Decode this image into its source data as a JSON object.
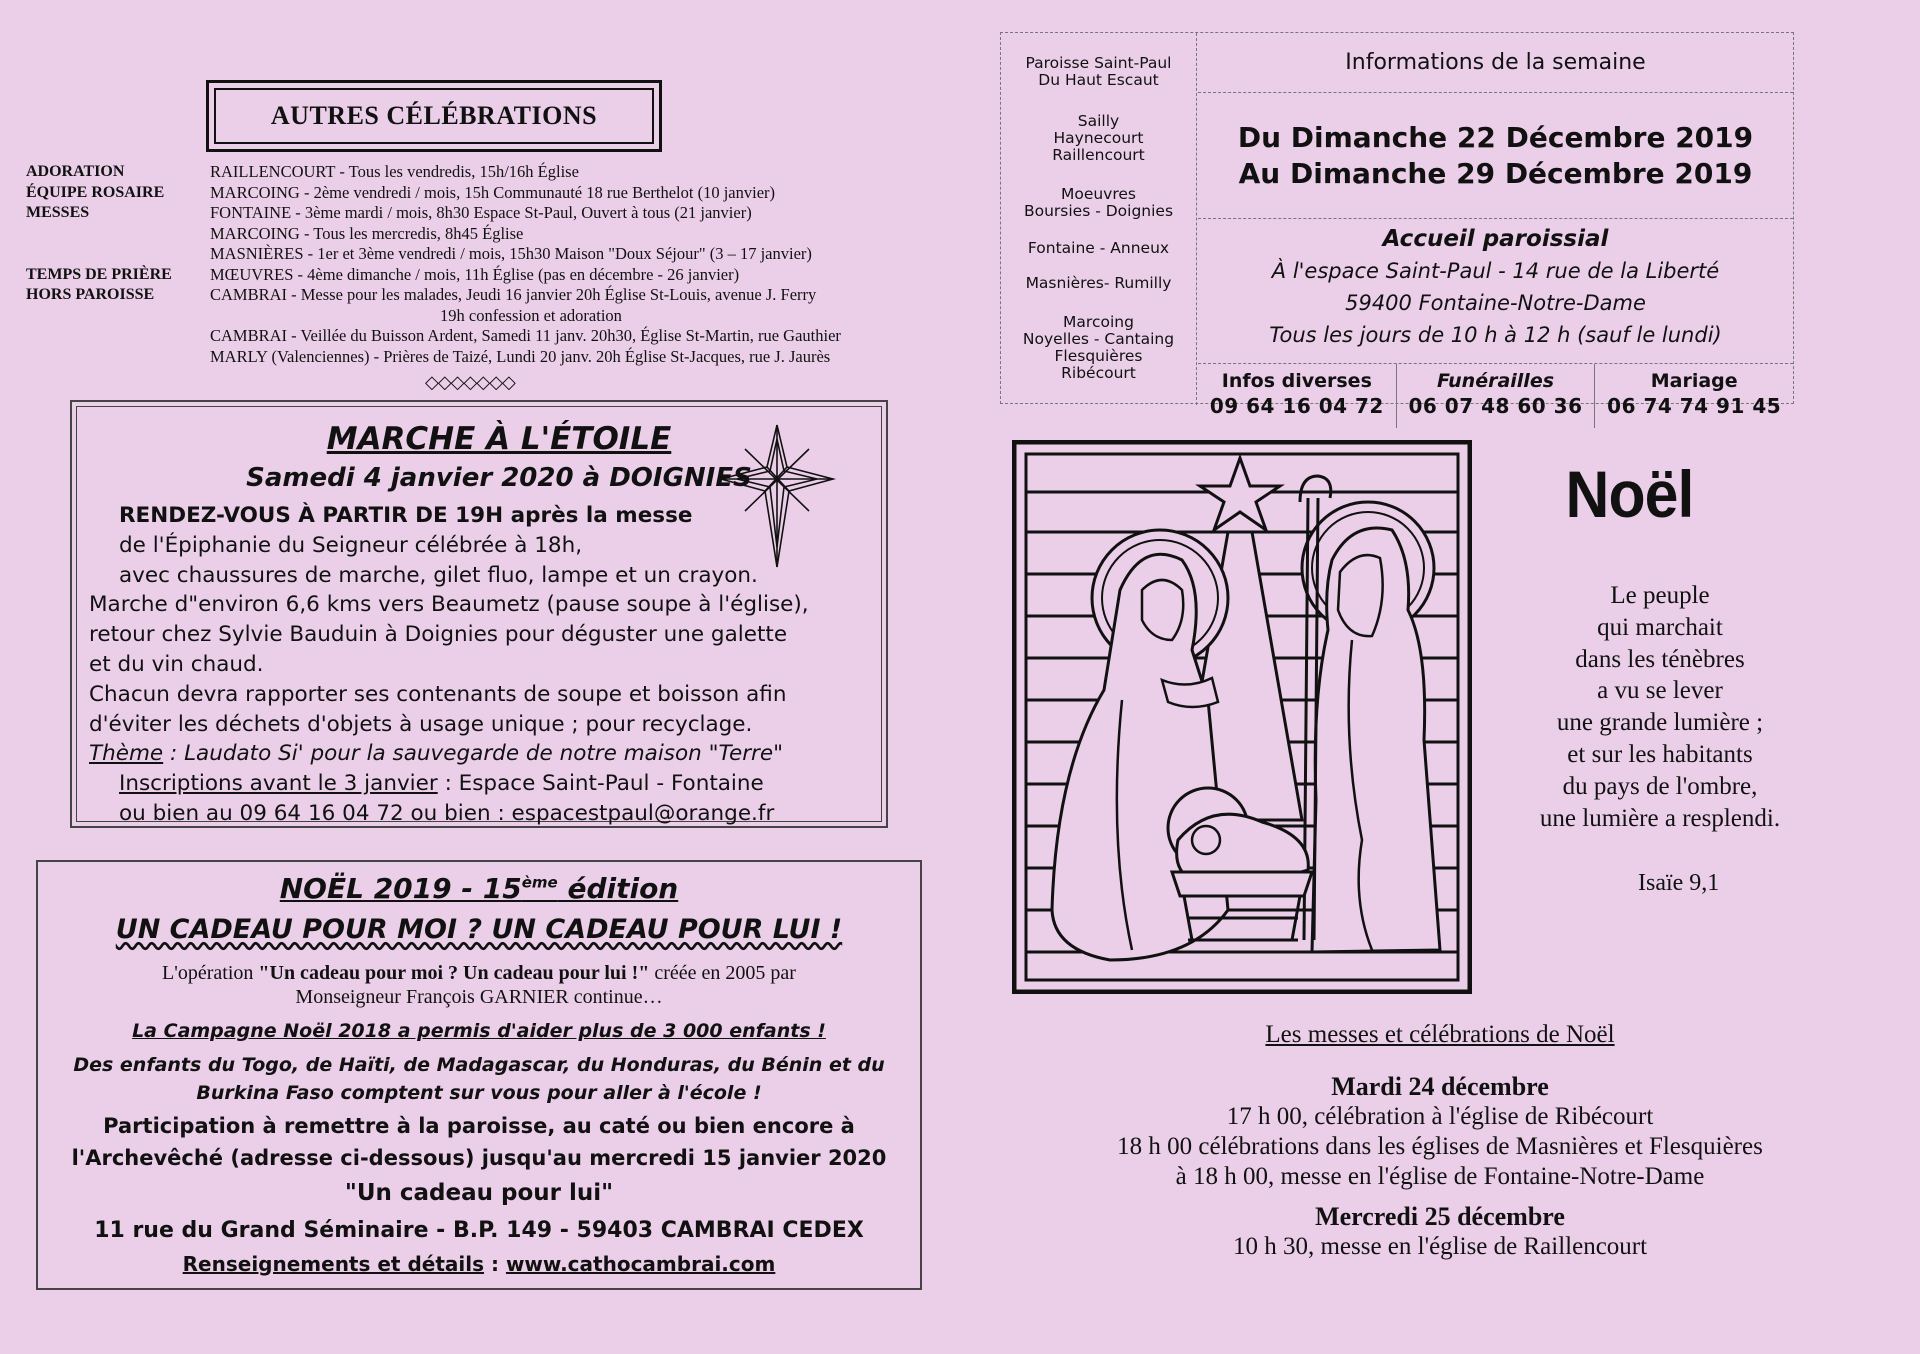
{
  "autres": {
    "title": "AUTRES CÉLÉBRATIONS",
    "rows": [
      {
        "label": "ADORATION",
        "text": "RAILLENCOURT - Tous les vendredis, 15h/16h Église"
      },
      {
        "label": "ÉQUIPE ROSAIRE",
        "text": "MARCOING - 2ème vendredi / mois, 15h Communauté 18 rue Berthelot (10 janvier)"
      },
      {
        "label": "MESSES",
        "text": "FONTAINE - 3ème mardi / mois, 8h30 Espace St-Paul, Ouvert à tous (21 janvier)"
      },
      {
        "label": "",
        "text": "MARCOING - Tous les mercredis, 8h45 Église"
      },
      {
        "label": "",
        "text": "MASNIÈRES - 1er et 3ème vendredi / mois, 15h30 Maison \"Doux Séjour\" (3 – 17 janvier)"
      },
      {
        "label": "TEMPS DE PRIÈRE",
        "text": "MŒUVRES - 4ème dimanche / mois, 11h Église (pas en décembre - 26 janvier)"
      },
      {
        "label": "HORS PAROISSE",
        "text": "CAMBRAI - Messe pour les malades, Jeudi 16 janvier 20h Église St-Louis, avenue J. Ferry"
      }
    ],
    "indent_line": "19h confession et adoration",
    "extra_rows": [
      "CAMBRAI - Veillée du Buisson Ardent, Samedi 11 janv. 20h30, Église St-Martin, rue Gauthier",
      "MARLY (Valenciennes) - Prières de Taizé, Lundi 20 janv. 20h Église St-Jacques, rue J. Jaurès"
    ],
    "separator": "◇◇◇◇◇◇◇"
  },
  "marche": {
    "title": "MARCHE À L'ÉTOILE",
    "date": "Samedi 4 janvier 2020 à DOIGNIES",
    "lines": [
      "RENDEZ-VOUS À PARTIR DE 19H après la messe",
      "de l'Épiphanie du Seigneur célébrée à 18h,",
      "avec chaussures de marche, gilet fluo, lampe et un crayon.",
      "Marche d\"environ 6,6 kms vers Beaumetz (pause soupe à l'église),",
      "retour chez Sylvie Bauduin à Doignies pour déguster une galette",
      "et du vin chaud.",
      "Chacun devra rapporter ses contenants de soupe et boisson afin",
      "d'éviter les déchets d'objets à usage unique ; pour recyclage."
    ],
    "theme_label": "Thème",
    "theme_text": " : Laudato Si' pour la sauvegarde de notre maison \"Terre\"",
    "inscr_label": "Inscriptions avant le 3 janvier",
    "inscr_text": " : Espace Saint-Paul - Fontaine",
    "last_line": "ou bien au 09 64 16 04 72 ou bien : espacestpaul@orange.fr"
  },
  "noel2019": {
    "title_main": "NOËL 2019 - 15",
    "title_sup": "ème",
    "title_end": " édition",
    "subtitle": "UN CADEAU POUR MOI ? UN CADEAU POUR LUI !",
    "op1_pre": "L'opération ",
    "op1_bold": "\"Un cadeau pour moi ? Un cadeau pour lui !\"",
    "op1_post": " créée en 2005 par",
    "op2": "Monseigneur François GARNIER continue…",
    "campagne": "La Campagne Noël 2018 a permis d'aider plus de 3 000 enfants !",
    "kids1": "Des enfants du Togo, de Haïti, de Madagascar, du Honduras, du Bénin et du",
    "kids2": "Burkina Faso comptent sur vous pour aller à l'école !",
    "part1": "Participation à remettre à la paroisse, au caté ou bien encore à",
    "part2": "l'Archevêché (adresse ci-dessous) jusqu'au mercredi 15 janvier 2020",
    "cadeau": "\"Un cadeau pour lui\"",
    "address": "11 rue du Grand Séminaire - B.P. 149  -  59403 CAMBRAI CEDEX",
    "rens_label": "Renseignements et détails",
    "rens_sep": " : ",
    "rens_url": "www.cathocambrai.com"
  },
  "info": {
    "parishes": [
      "Paroisse Saint-Paul\nDu Haut Escaut",
      "Sailly\nHaynecourt\nRaillencourt",
      "Moeuvres\nBoursies - Doignies",
      "Fontaine - Anneux",
      "Masnières- Rumilly",
      "Marcoing\nNoyelles - Cantaing\nFlesquières\nRibécourt"
    ],
    "heading": "Informations de la semaine",
    "date_from": "Du Dimanche 22 Décembre 2019",
    "date_to": "Au Dimanche 29 Décembre 2019",
    "accueil_title": "Accueil paroissial",
    "accueil_lines": [
      "À l'espace Saint-Paul - 14 rue de la Liberté",
      "59400 Fontaine-Notre-Dame",
      "Tous les jours de 10 h à 12 h (sauf le lundi)"
    ],
    "contacts": [
      {
        "label": "Infos diverses",
        "number": "09 64 16 04 72"
      },
      {
        "label": "Funérailles",
        "number": "06 07 48 60 36"
      },
      {
        "label": "Mariage",
        "number": "06 74 74 91 45"
      }
    ]
  },
  "noel": {
    "title": "Noël",
    "quote_lines": [
      "Le peuple",
      "qui marchait",
      "dans les ténèbres",
      "a vu se lever",
      "une grande lumière ;",
      "et sur les habitants",
      "du pays de l'ombre,",
      "une lumière a resplendi."
    ],
    "reference": "Isaïe 9,1"
  },
  "messes": {
    "title": "Les messes et célébrations de Noël",
    "day1": "Mardi 24 décembre",
    "day1_lines": [
      "17 h 00, célébration à l'église de Ribécourt",
      "18 h 00 célébrations dans les églises de Masnières et Flesquières",
      "à 18 h 00, messe en l'église de Fontaine-Notre-Dame"
    ],
    "day2": "Mercredi 25 décembre",
    "day2_lines": [
      "10 h 30, messe en l'église de Raillencourt"
    ]
  }
}
